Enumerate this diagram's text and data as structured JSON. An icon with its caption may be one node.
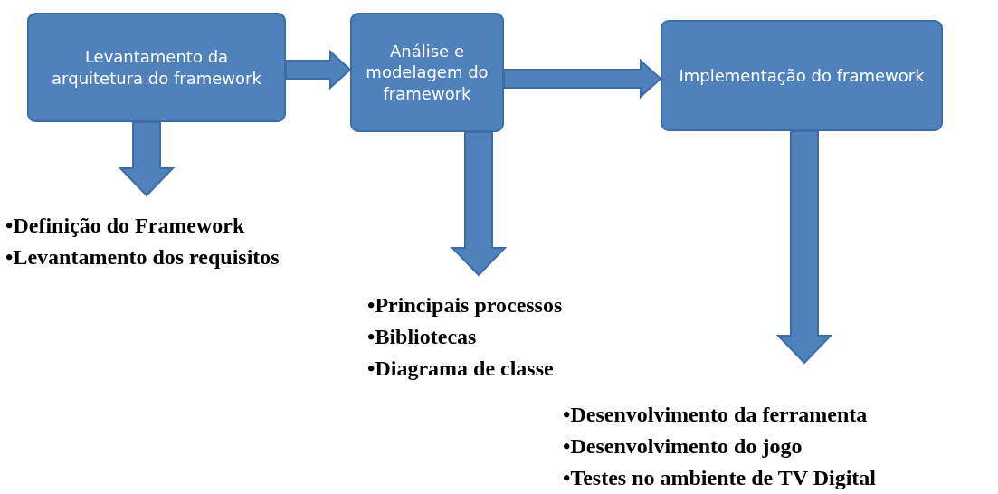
{
  "diagram": {
    "nodes": [
      {
        "text": [
          "Levantamento da arquitetura do framework"
        ]
      },
      {
        "text": [
          "Análise e modelagem do framework"
        ]
      },
      {
        "text": [
          "Implementação do framework"
        ]
      },
      {
        "text": [
          "•Definição do Framework",
          "•Levantamento dos requisitos"
        ]
      },
      {
        "text": [
          "•Principais processos",
          "•Bibliotecas",
          "•Diagrama de classe"
        ]
      },
      {
        "text": [
          "•Desenvolvimento da ferramenta",
          "•Desenvolvimento do jogo",
          "•Testes no ambiente de TV Digital"
        ]
      }
    ],
    "edges": [
      {
        "from": 0,
        "to": 1,
        "arrow": "to",
        "style": "thick"
      },
      {
        "from": 1,
        "to": 2,
        "arrow": "to",
        "style": "thick"
      },
      {
        "from": 0,
        "to": 3,
        "arrow": "to",
        "style": "thick"
      },
      {
        "from": 1,
        "to": 4,
        "arrow": "to",
        "style": "thick"
      },
      {
        "from": 2,
        "to": 5,
        "arrow": "to",
        "style": "thick"
      }
    ]
  }
}
